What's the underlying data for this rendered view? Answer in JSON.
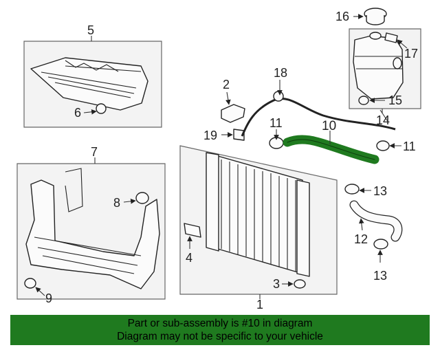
{
  "callouts": {
    "c1": "1",
    "c2": "2",
    "c3": "3",
    "c4": "4",
    "c5": "5",
    "c6": "6",
    "c7": "7",
    "c8": "8",
    "c9": "9",
    "c10": "10",
    "c11a": "11",
    "c11b": "11",
    "c12": "12",
    "c13a": "13",
    "c13b": "13",
    "c14": "14",
    "c15": "15",
    "c16": "16",
    "c17": "17",
    "c18": "18",
    "c19": "19"
  },
  "highlight_color": "#1f7a1f",
  "banner": {
    "line1": "Part or sub-assembly is #10 in diagram",
    "line2": "Diagram may not be specific to your vehicle"
  }
}
